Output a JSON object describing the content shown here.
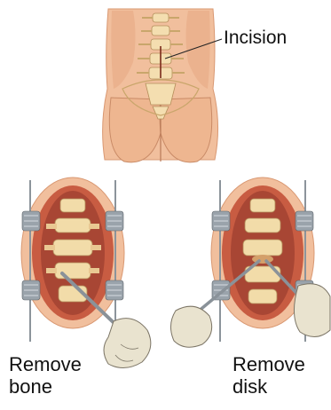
{
  "labels": {
    "incision": "Incision",
    "remove_bone": [
      "Remove",
      "bone"
    ],
    "remove_disk": [
      "Remove",
      "disk"
    ]
  },
  "colors": {
    "skin": "#f1bf9d",
    "skin_shadow": "#d99872",
    "tissue": "#c85c42",
    "bone": "#f2dca9",
    "bone_shadow": "#c9a66b",
    "metal": "#9aa3ab",
    "glove": "#e9e3cf",
    "outline": "#6b4a3a"
  },
  "icons": [
    "incision-line",
    "retractor",
    "surgical-instrument",
    "gloved-hand"
  ]
}
